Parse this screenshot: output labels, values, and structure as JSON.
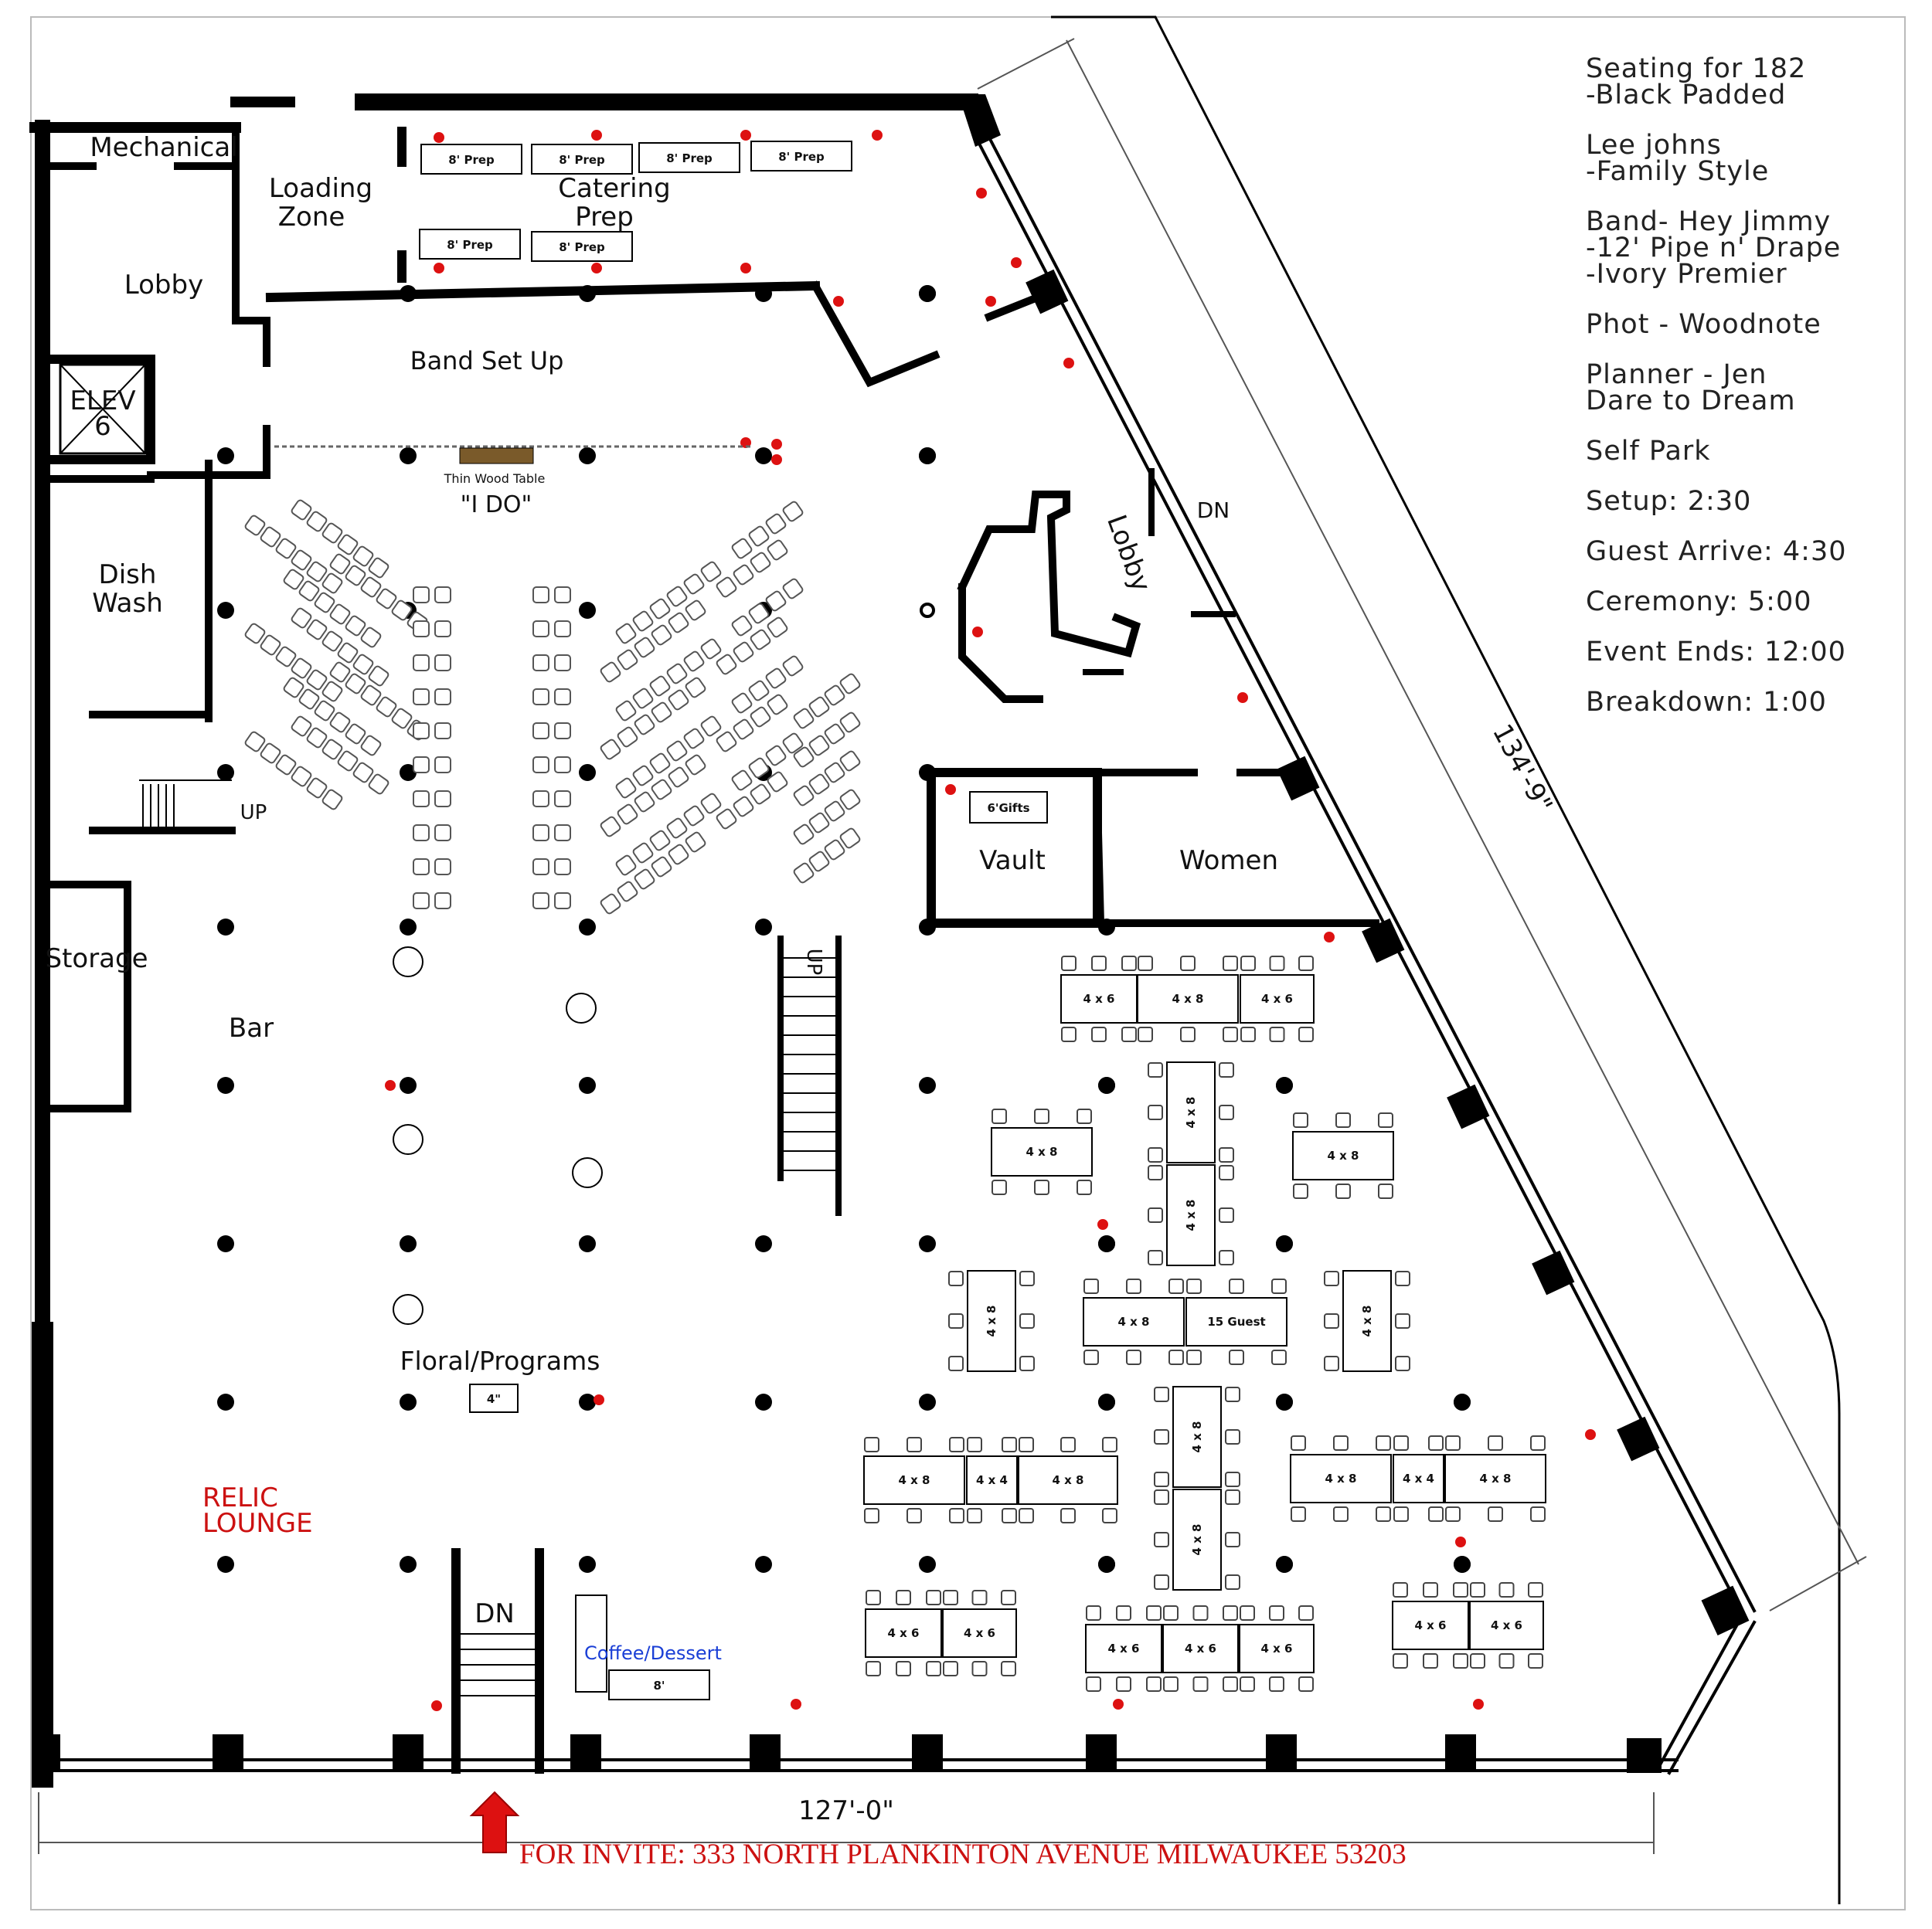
{
  "notes": [
    {
      "lines": [
        "Seating for 182",
        "-Black Padded"
      ]
    },
    {
      "lines": [
        "Lee johns",
        "-Family Style"
      ]
    },
    {
      "lines": [
        "Band- Hey Jimmy",
        "-12' Pipe n' Drape",
        "-Ivory Premier"
      ]
    },
    {
      "lines": [
        "Phot - Woodnote"
      ]
    },
    {
      "lines": [
        "Planner - Jen",
        "Dare to Dream"
      ]
    },
    {
      "lines": [
        "Self Park"
      ]
    },
    {
      "lines": [
        "Setup: 2:30"
      ]
    },
    {
      "lines": [
        "Guest Arrive: 4:30"
      ]
    },
    {
      "lines": [
        "Ceremony: 5:00"
      ]
    },
    {
      "lines": [
        "Event Ends: 12:00"
      ]
    },
    {
      "lines": [
        "Breakdown: 1:00"
      ]
    }
  ],
  "rooms": {
    "mechanical": "Mechanical",
    "loading_zone": [
      "Loading",
      "Zone"
    ],
    "catering_prep": [
      "Catering",
      "Prep"
    ],
    "lobby_left": "Lobby",
    "elevator": [
      "ELEV",
      "6"
    ],
    "dish_wash": [
      "Dish",
      "Wash"
    ],
    "storage": "Storage",
    "bar": "Bar",
    "lobby_right": "Lobby",
    "vault": "Vault",
    "women": "Women",
    "stair_up_left": "UP",
    "stair_dn_right": "DN",
    "stair_up_center": "UP",
    "stair_dn_bottom": "DN"
  },
  "areas": {
    "band_set_up": "Band Set Up",
    "thin_wood_table": "Thin Wood Table",
    "i_do": "\"I DO\"",
    "floral_programs": "Floral/Programs",
    "floral_table": "4\"",
    "relic_lounge": [
      "RELIC",
      "LOUNGE"
    ],
    "coffee_dessert": "Coffee/Dessert",
    "coffee_table": "8'",
    "gifts": "6'Gifts"
  },
  "prep_tables": [
    "8' Prep",
    "8' Prep",
    "8' Prep",
    "8' Prep",
    "8' Prep",
    "8' Prep"
  ],
  "dining_tables": {
    "row1": [
      "4 x 6",
      "4 x 8",
      "4 x 6"
    ],
    "vertical_center": [
      "4 x 8",
      "4 x 8"
    ],
    "left_mid": "4 x 8",
    "right_mid": "4 x 8",
    "left_v": "4 x 8",
    "center_pair": [
      "4 x 8",
      "15 Guest"
    ],
    "right_v": "4 x 8",
    "left_row": [
      "4 x 8",
      "4 x 4",
      "4 x 8"
    ],
    "center_v2": [
      "4 x 8",
      "4 x 8"
    ],
    "right_row": [
      "4 x 8",
      "4 x 4",
      "4 x 8"
    ],
    "bottom_left": [
      "4 x 6",
      "4 x 6"
    ],
    "bottom_center": [
      "4 x 6",
      "4 x 6",
      "4 x 6"
    ],
    "bottom_right": [
      "4 x 6",
      "4 x 6"
    ]
  },
  "dimensions": {
    "diagonal": "134'-9\"",
    "bottom": "127'-0\""
  },
  "footer": "FOR INVITE: 333 NORTH PLANKINTON AVENUE    MILWAUKEE 53203",
  "colors": {
    "accent_red": "#cc1111",
    "wall": "#000000",
    "coffee_blue": "#1a3fd6"
  }
}
